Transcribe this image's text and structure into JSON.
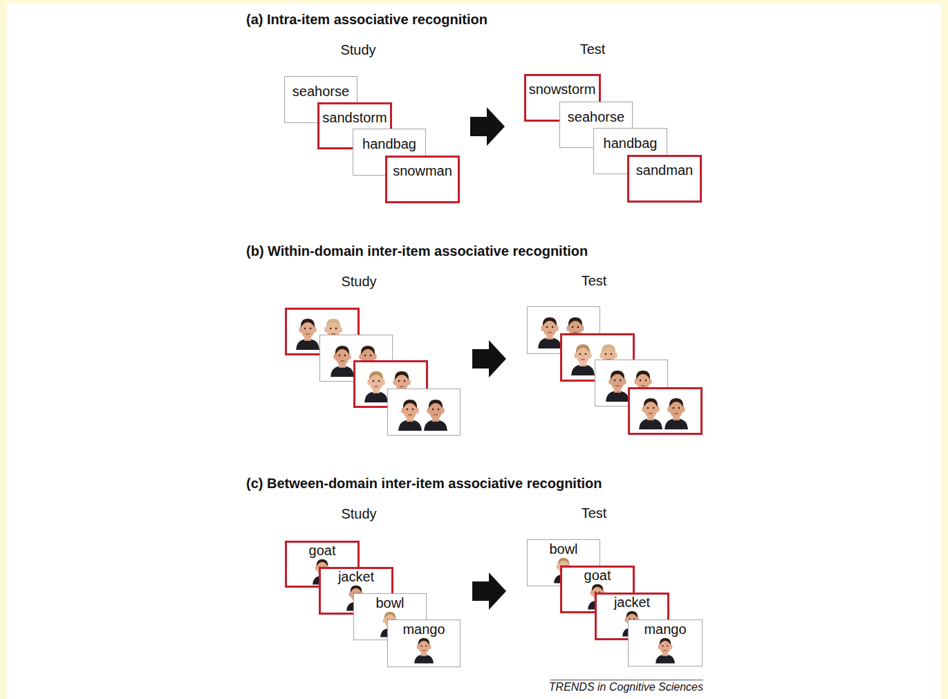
{
  "diagram": {
    "nodes": [
      {
        "text": [
          "seahorse"
        ]
      },
      {
        "text": [
          "sandstorm"
        ]
      },
      {
        "text": [
          "handbag"
        ]
      },
      {
        "text": [
          "snowman"
        ]
      },
      {
        "text": [
          "snowstorm"
        ]
      },
      {
        "text": [
          "seahorse"
        ]
      },
      {
        "text": [
          "handbag"
        ]
      },
      {
        "text": [
          "sandman"
        ]
      },
      {
        "text": [
          "goat"
        ]
      },
      {
        "text": [
          "jacket"
        ]
      },
      {
        "text": [
          "bowl"
        ]
      },
      {
        "text": [
          "mango"
        ]
      },
      {
        "text": [
          "bowl"
        ]
      },
      {
        "text": [
          "goat"
        ]
      },
      {
        "text": [
          "jacket"
        ]
      },
      {
        "text": [
          "mango"
        ]
      }
    ],
    "labels": [
      "(a) Intra-item associative recognition",
      "Study",
      "Test",
      "(b) Within-domain inter-item associative recognition",
      "Study",
      "Test",
      "(c) Between-domain inter-item associative recognition",
      "Study",
      "Test",
      "TRENDS in Cognitive Sciences"
    ]
  }
}
